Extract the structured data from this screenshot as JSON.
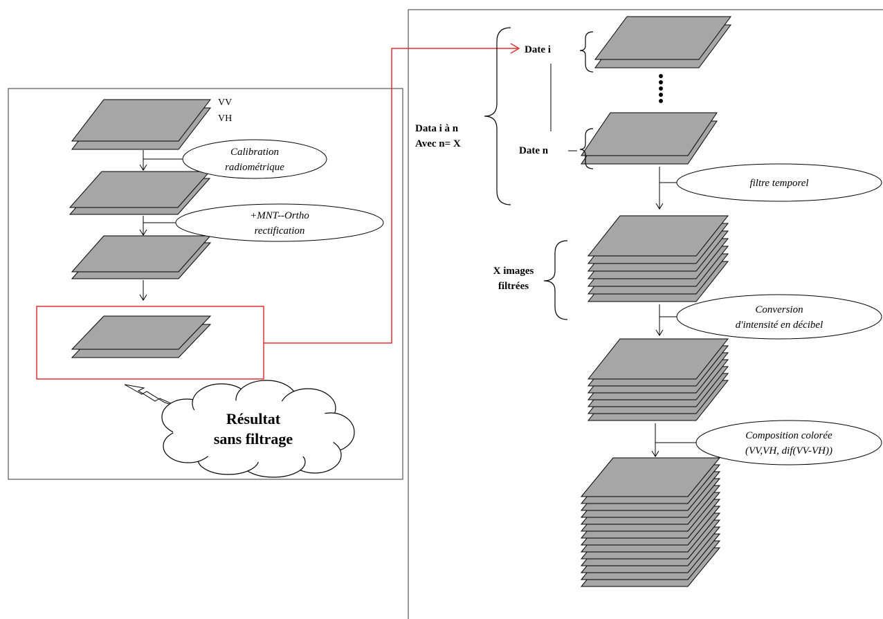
{
  "left_panel": {
    "polarization_labels": [
      "VV",
      "VH"
    ],
    "steps": [
      "Calibration",
      "radiométrique",
      "+MNT--Ortho",
      "rectification"
    ],
    "result_callout": [
      "Résultat",
      "sans filtrage"
    ]
  },
  "right_panel": {
    "date_first": "Date i",
    "date_last": "Date n",
    "data_range": [
      "Data i à n",
      "Avec n= X"
    ],
    "temporal_filter": "filtre temporel",
    "filtered_images": [
      "X images",
      "filtrées"
    ],
    "db_conversion": [
      "Conversion",
      "d'intensité en décibel"
    ],
    "color_composition": [
      "Composition colorée",
      "(VV,VH, dif(VV-VH))"
    ]
  },
  "colors": {
    "layer_fill": "#a6a6a6",
    "highlight": "#e03030",
    "line": "#000000"
  }
}
